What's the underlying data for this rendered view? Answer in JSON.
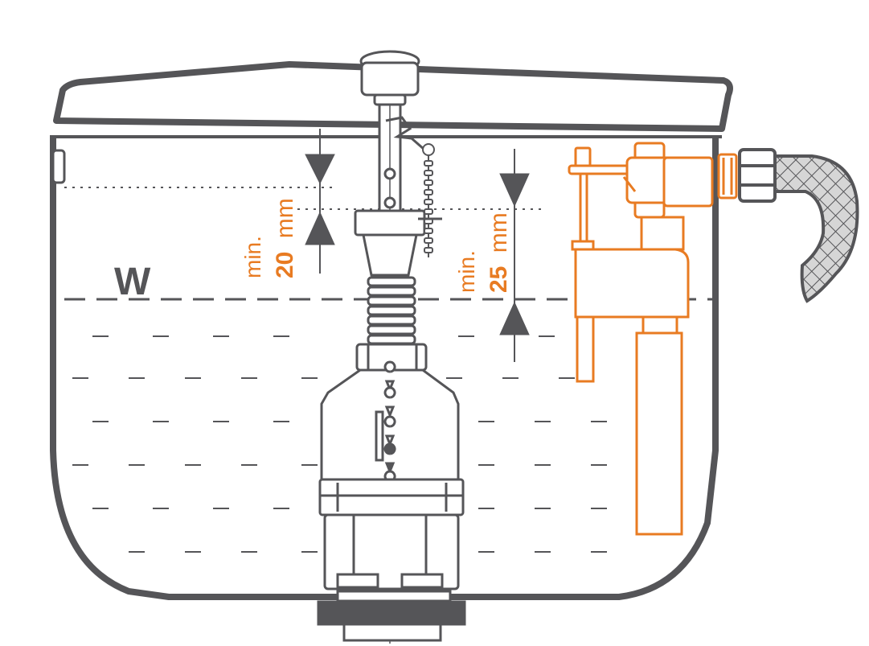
{
  "diagram": {
    "water_level_label": "W",
    "dimension_left": {
      "prefix": "min.",
      "value": "20",
      "unit": "mm"
    },
    "dimension_right": {
      "prefix": "min.",
      "value": "25",
      "unit": "mm"
    }
  },
  "colors": {
    "tank_outline": "#555558",
    "line_gray": "#555558",
    "accent_orange": "#e87b22",
    "hose_fill": "#d9d9d9",
    "background": "#ffffff"
  }
}
